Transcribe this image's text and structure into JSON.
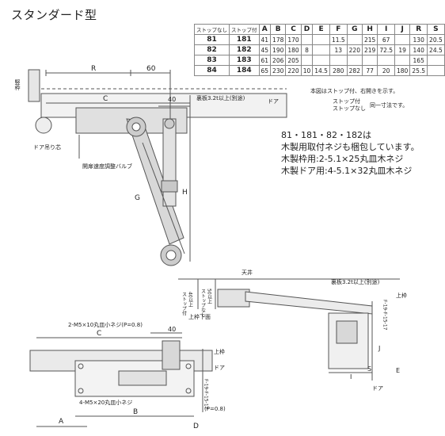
{
  "title": "スタンダード型",
  "table": {
    "headers": [
      "ストップなし",
      "ストップ付",
      "A",
      "B",
      "C",
      "D",
      "E",
      "F",
      "G",
      "H",
      "I",
      "J",
      "R",
      "S"
    ],
    "rows": [
      [
        "81",
        "181",
        "41",
        "178",
        "170",
        "",
        "",
        "11.5",
        "",
        "215",
        "67",
        "",
        "130",
        "20.5"
      ],
      [
        "82",
        "182",
        "45",
        "190",
        "180",
        "8",
        "",
        "13",
        "220",
        "219",
        "72.5",
        "19",
        "140",
        "24.5"
      ],
      [
        "83",
        "183",
        "61",
        "206",
        "205",
        "",
        "",
        "",
        "",
        "",
        "",
        "",
        "165",
        ""
      ],
      [
        "84",
        "184",
        "65",
        "230",
        "220",
        "10",
        "14.5",
        "280",
        "282",
        "77",
        "20",
        "180",
        "25.5",
        ""
      ]
    ]
  },
  "table_note": "本図はストップ付、右開きを示す。",
  "legend": {
    "line1": "ストップ付",
    "line2": "ストップなし",
    "same": "同一寸法です。"
  },
  "notes": [
    "81・181・82・182は",
    "木製用取付ネジも梱包しています。",
    "木製枠用:2-5.1×25丸皿木ネジ",
    "木製ドア用:4-5.1×32丸皿木ネジ"
  ],
  "top_diagram": {
    "R": "R",
    "dim60": "60",
    "C": "C",
    "dim40": "40",
    "backplate": "裏板3.2t以上(別途)",
    "door": "ドア",
    "frame": "竪枠",
    "hinge": "ドア吊り芯",
    "valve": "開扉速度調整バルブ",
    "G": "G",
    "H": "H"
  },
  "side_diagram": {
    "ceiling": "天井",
    "stop_with": "ストップ付",
    "stop_with_dim": "40以上",
    "stop_none": "ストップなし",
    "stop_none_dim": "50以上",
    "upper_frame_bottom": "上枠下面",
    "backplate": "裏板3.2t以上(別途)",
    "upper_frame": "上枠",
    "I": "I",
    "S": "S",
    "J": "J",
    "F_label": "F-19-F-15-17",
    "E": "E",
    "door": "ドア"
  },
  "front_diagram": {
    "screw1": "2-M5×10丸皿小ネジ(P=0.8)",
    "dim40": "40",
    "C": "C",
    "upper_frame": "上枠",
    "door": "ドア",
    "F_label": "F-19-F-15-17",
    "screw2": "4-M5×20丸皿小ネジ",
    "screw2b": "(P=0.8)",
    "B": "B",
    "A": "A",
    "D": "D"
  }
}
